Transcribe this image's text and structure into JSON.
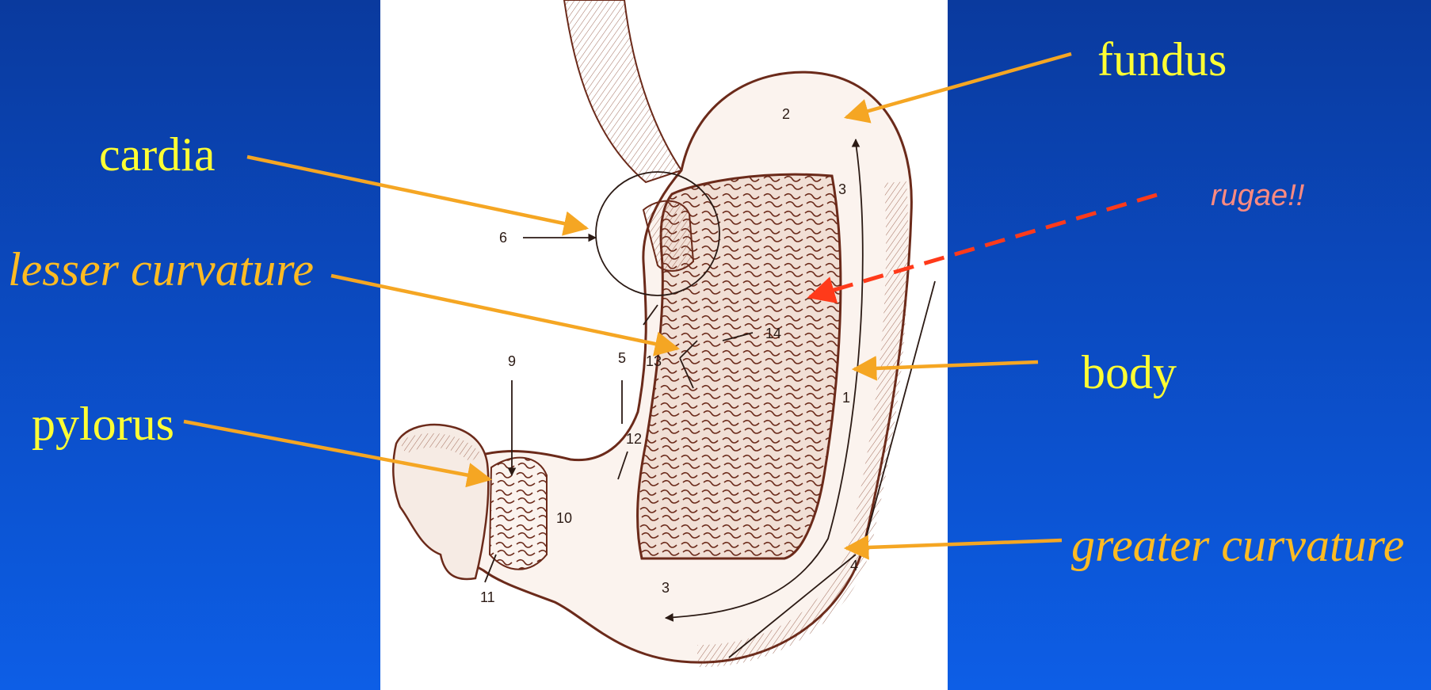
{
  "labels": {
    "fundus": "fundus",
    "cardia": "cardia",
    "lesser_curvature": "lesser curvature",
    "body": "body",
    "pylorus": "pylorus",
    "greater_curvature": "greater curvature",
    "rugae": "rugae!!"
  },
  "figure_numbers": [
    "2",
    "3",
    "6",
    "1",
    "14",
    "5",
    "13",
    "9",
    "12",
    "10",
    "11",
    "3",
    "4"
  ],
  "colors": {
    "background_top": "#0a3a9e",
    "background_bottom": "#0d5ee6",
    "label_yellow": "#ffff33",
    "label_orange": "#ffbb22",
    "arrow_orange": "#f5a623",
    "rugae_dash_red": "#ff3a1a",
    "rugae_text": "#ff8a80",
    "drawing_brown": "#6b2a1a"
  }
}
